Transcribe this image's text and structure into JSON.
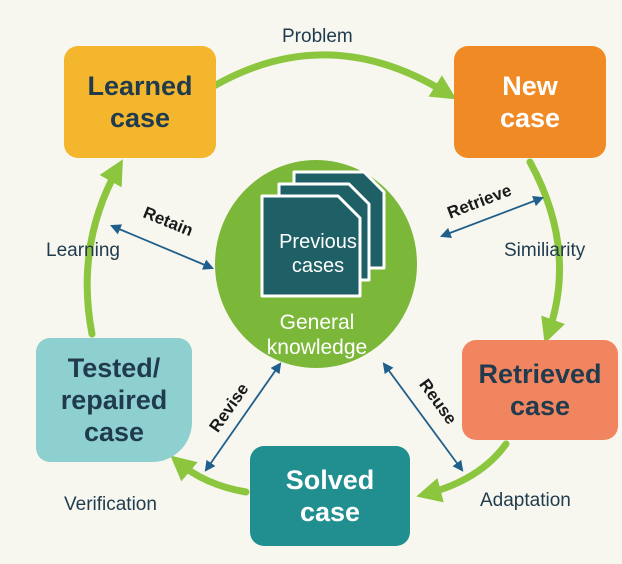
{
  "boxes": {
    "learned_case": {
      "line1": "Learned",
      "line2": "case"
    },
    "new_case": {
      "line1": "New",
      "line2": "case"
    },
    "retrieved_case": {
      "line1": "Retrieved",
      "line2": "case"
    },
    "solved_case": {
      "line1": "Solved",
      "line2": "case"
    },
    "tested_case": {
      "line1": "Tested/",
      "line2": "repaired",
      "line3": "case"
    }
  },
  "center": {
    "previous_cases_line1": "Previous",
    "previous_cases_line2": "cases",
    "general_knowledge_line1": "General",
    "general_knowledge_line2": "knowledge"
  },
  "cycle_labels": {
    "problem": "Problem",
    "similarity": "Similiarity",
    "adaptation": "Adaptation",
    "verification": "Verification",
    "learning": "Learning"
  },
  "connector_labels": {
    "retain": "Retain",
    "retrieve": "Retrieve",
    "reuse": "Reuse",
    "revise": "Revise"
  },
  "colors": {
    "background": "#f7f7f0",
    "cycle_arrow": "#8cc63f",
    "center_circle": "#7bb83a",
    "learned_case": "#f3b62c",
    "new_case": "#f08a24",
    "retrieved_case": "#f0855f",
    "solved_case": "#218f90",
    "tested_case": "#8ecfcf",
    "connector": "#1f5f8b",
    "document_icon": "#1f5f66"
  },
  "icons": {
    "center": "document-stack-icon"
  }
}
